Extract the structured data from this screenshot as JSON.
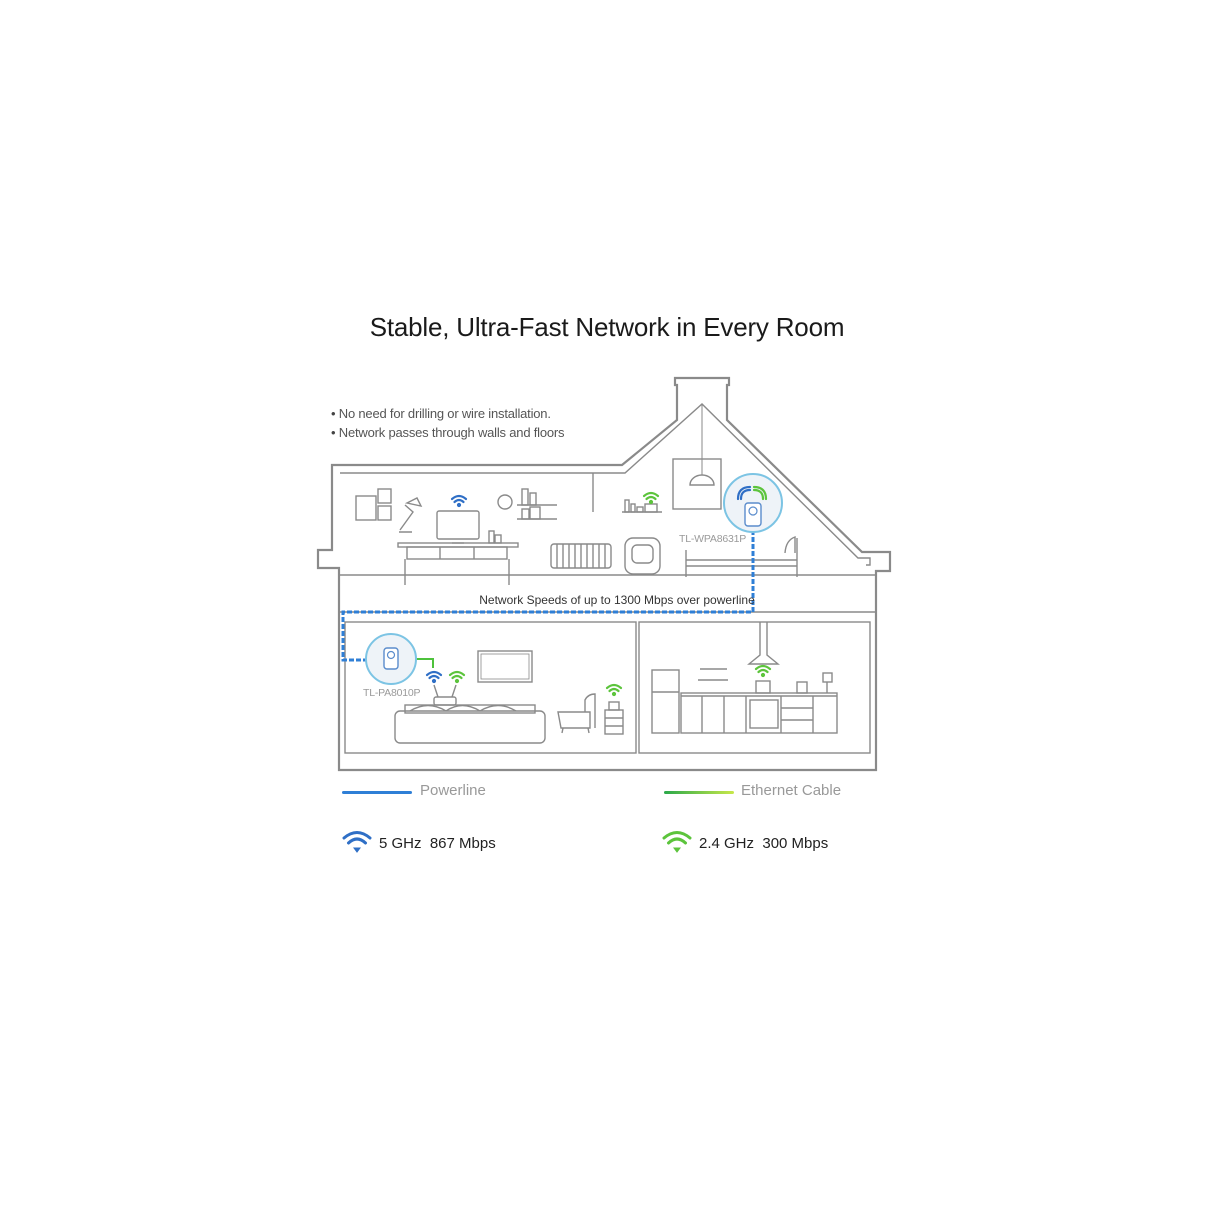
{
  "title": "Stable, Ultra-Fast Network in Every Room",
  "bullets": [
    "No need for drilling or wire installation.",
    "Network passes through walls and floors"
  ],
  "devices": {
    "upstairs": "TL-WPA8631P",
    "downstairs": "TL-PA8010P"
  },
  "speed_note": "Network Speeds of up to 1300 Mbps over powerline",
  "legend": {
    "powerline": {
      "label": "Powerline",
      "color": "#2f7fd6"
    },
    "ethernet": {
      "label": "Ethernet Cable",
      "color": "#4ec23c"
    },
    "wifi_5": {
      "label": "5 GHz  867 Mbps",
      "color": "#2f6fc6"
    },
    "wifi_24": {
      "label": "2.4 GHz  300 Mbps",
      "color": "#5cc43c"
    }
  },
  "colors": {
    "outline": "#8a8a8a",
    "blue": "#2f7fd6",
    "green": "#5cc43c"
  }
}
